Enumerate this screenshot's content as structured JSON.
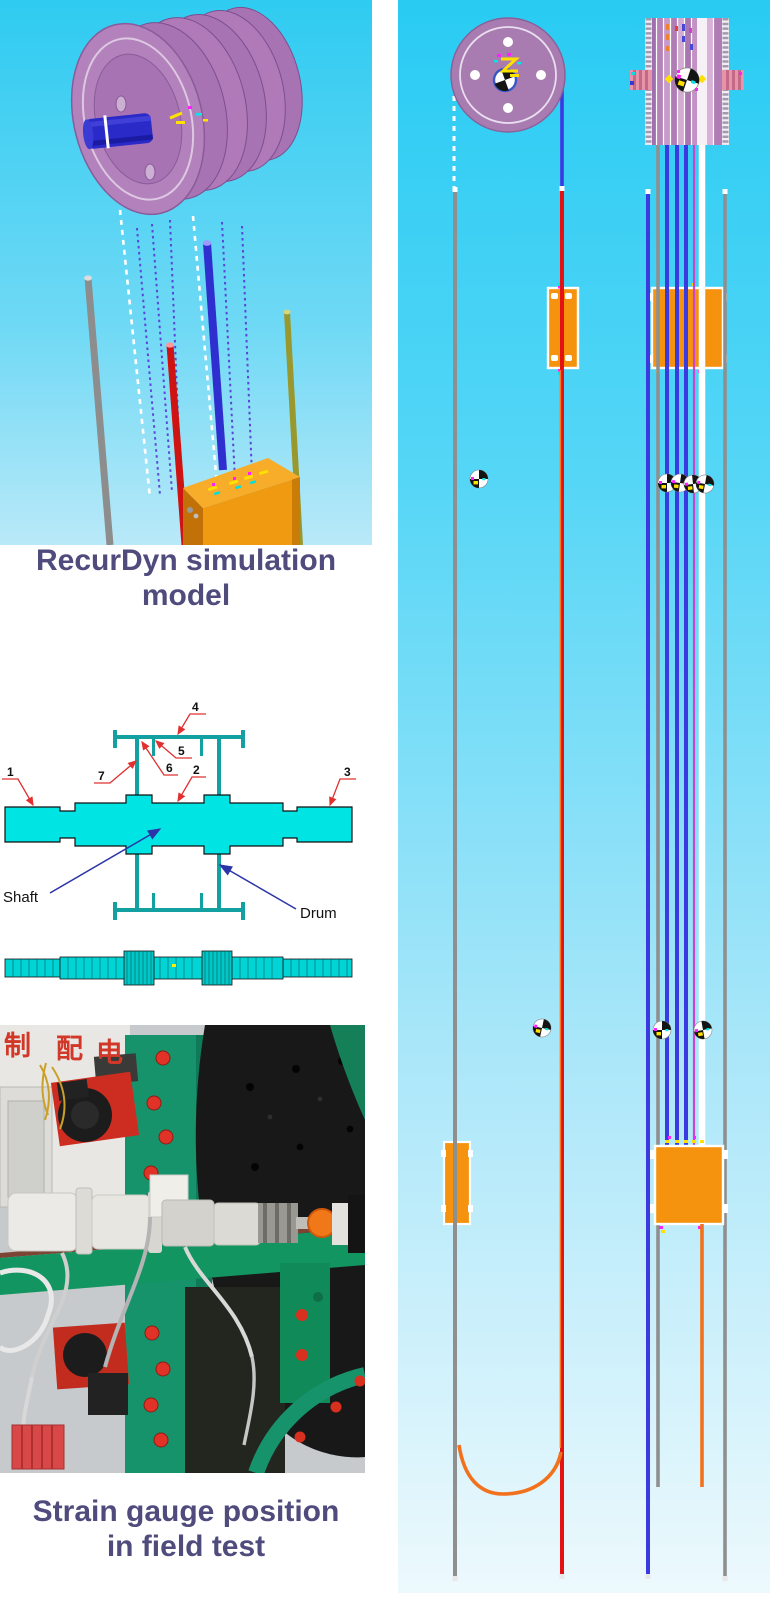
{
  "figure": {
    "panels": {
      "sim3d": {
        "caption_line1": "RecurDyn simulation",
        "caption_line2": "model"
      },
      "diagram": {
        "labels": {
          "n1": "1",
          "n2": "2",
          "n3": "3",
          "n4": "4",
          "n5": "5",
          "n6": "6",
          "n7": "7"
        },
        "shaft": "Shaft",
        "drum": "Drum"
      },
      "photo": {
        "caption_line1": "Strain gauge position",
        "caption_line2": "in field test",
        "sign_char1": "制",
        "sign_char2": "配",
        "sign_char3": "电"
      }
    },
    "colors": {
      "caption_text": "#4f4b7d",
      "panel_cyan_top": "#29cbf3",
      "panel_cyan_bottom": "#edf9fd",
      "drum_purple": "#a87cb0",
      "shaft_cyan": "#00e4e4",
      "leader_red": "#e03030",
      "arrow_blue": "#2b35a8",
      "cage_orange": "#f5930f",
      "rope_blue": "#3a3ae0",
      "rope_magenta": "#cc44cc",
      "rail_gray": "#8f8f8f",
      "rail_red": "#e31313",
      "compensating_rope_orange": "#f2711c",
      "machine_green": "#129560",
      "sign_red": "#d23828"
    }
  }
}
